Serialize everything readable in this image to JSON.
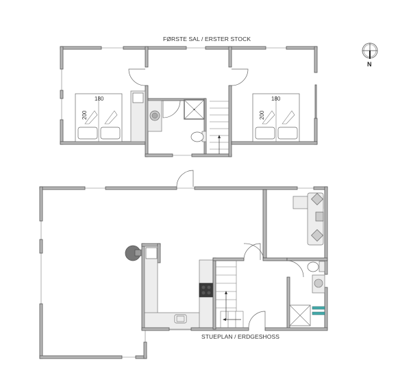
{
  "upper_floor": {
    "title": "FØRSTE SAL / ERSTER STOCK",
    "rooms": [
      {
        "name": "bedroom-west",
        "bed": {
          "width_label": "180",
          "length_label": "200"
        }
      },
      {
        "name": "hall-bath-stairs"
      },
      {
        "name": "bedroom-east",
        "bed": {
          "width_label": "180",
          "length_label": "200"
        }
      }
    ]
  },
  "ground_floor": {
    "title": "STUEPLAN / ERDGESHOSS",
    "rooms": [
      {
        "name": "living-room"
      },
      {
        "name": "kitchen"
      },
      {
        "name": "stairs"
      },
      {
        "name": "lounge-with-sofa"
      },
      {
        "name": "bathroom"
      }
    ]
  },
  "compass": {
    "label": "N"
  },
  "colors": {
    "wall_fill": "#b8b8b8",
    "wall_stroke": "#555555",
    "furniture_fill": "#ededed",
    "stove": "#3a3a3a",
    "stove_pipe": "#777777",
    "background": "#ffffff"
  }
}
